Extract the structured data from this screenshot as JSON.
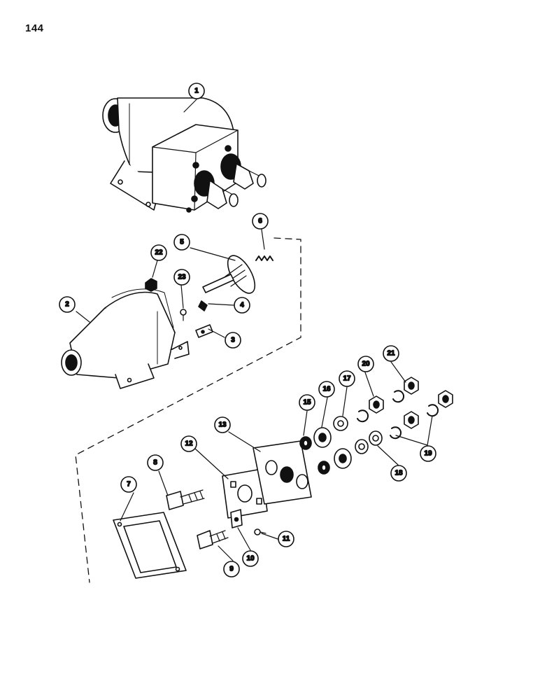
{
  "page": {
    "number": "144"
  },
  "diagram": {
    "type": "exploded-parts-view",
    "subject": "solenoid",
    "line_color": "#111111",
    "callouts": [
      "1",
      "2",
      "3",
      "4",
      "5",
      "6",
      "7",
      "8",
      "9",
      "10",
      "11",
      "12",
      "13",
      "15",
      "16",
      "17",
      "18",
      "19",
      "20",
      "21",
      "22",
      "23"
    ]
  }
}
